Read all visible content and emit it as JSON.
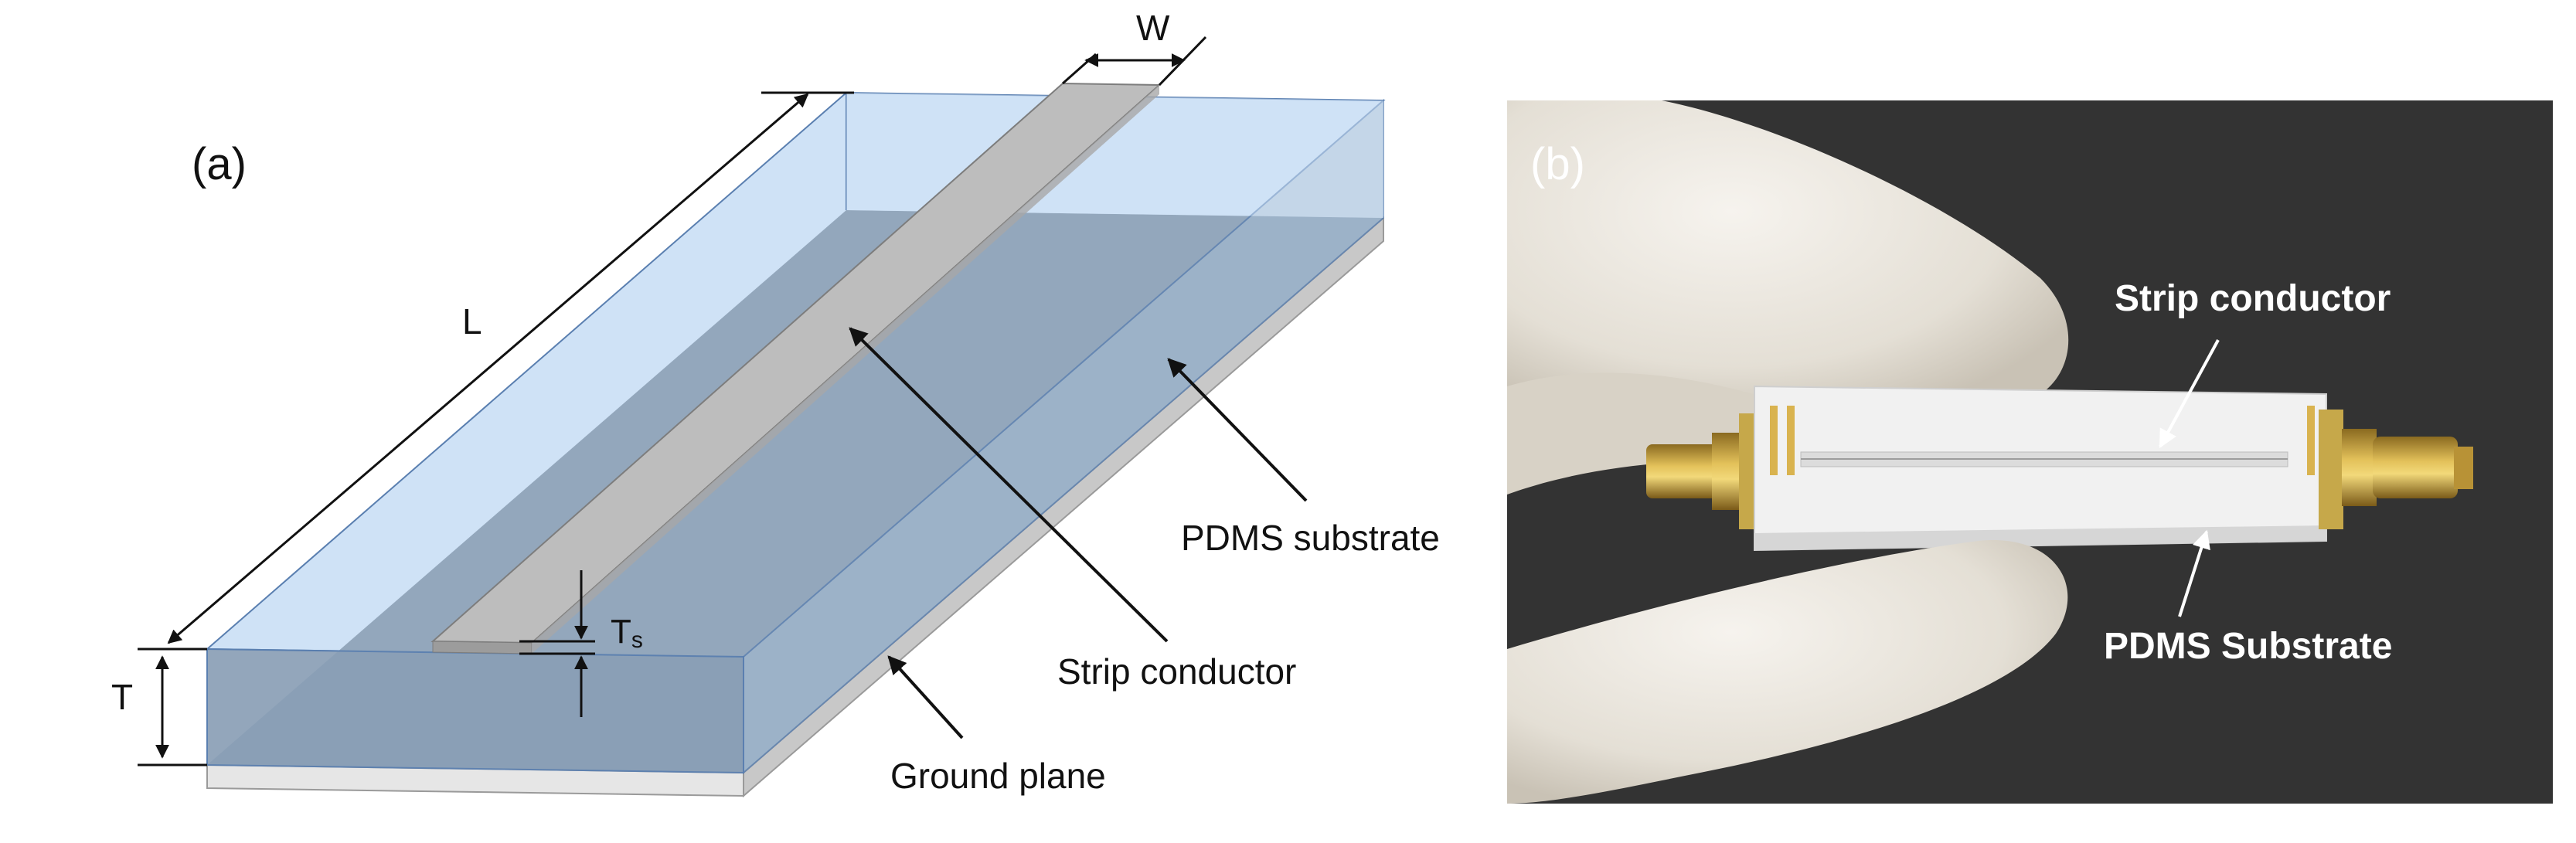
{
  "panel_a": {
    "tag": "(a)",
    "dimensions": {
      "length": "L",
      "width": "W",
      "thickness": "T",
      "strip_thickness_base": "T",
      "strip_thickness_sub": "s"
    },
    "labels": {
      "pdms": "PDMS substrate",
      "strip": "Strip conductor",
      "ground": "Ground plane"
    }
  },
  "panel_b": {
    "tag": "(b)",
    "labels": {
      "strip": "Strip conductor",
      "pdms": "PDMS Substrate"
    }
  },
  "colors": {
    "substrate_light": "#cfe2f6",
    "substrate_dark": "#8fa3b8",
    "strip": "#b9b9b9",
    "ground": "#e2e2e2",
    "photo_bg": "#3a3a3a",
    "glove": "#ece8e0"
  }
}
